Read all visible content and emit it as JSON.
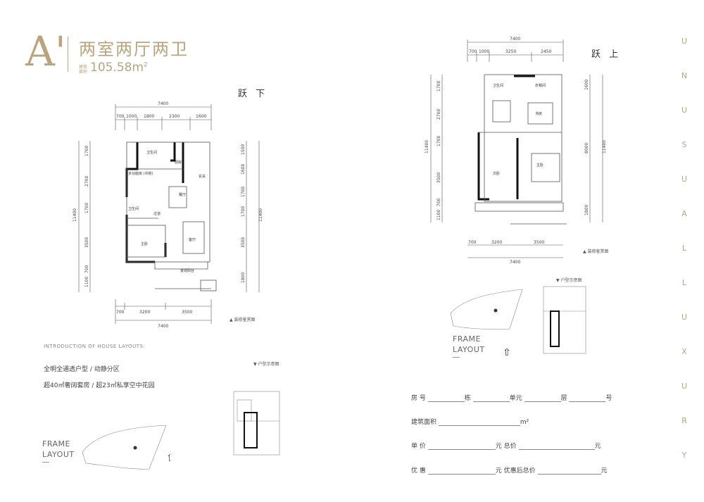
{
  "header": {
    "unit_letter": "A'",
    "layout_name": "两室两厅两卫",
    "area_label": "建筑面积",
    "area_value": "105.58m",
    "area_unit_sup": "2"
  },
  "lower_floor": {
    "label": "跃 下",
    "top_total": "7400",
    "top_dims": [
      "700",
      "1000",
      "1800",
      "2300",
      "1600"
    ],
    "bottom_dims": [
      "700",
      "3200",
      "3500"
    ],
    "bottom_total": "7400",
    "left_total": "11400",
    "left_dims": [
      "1700",
      "2700",
      "1700",
      "3500",
      "700",
      "1100"
    ],
    "right_total": "11400",
    "right_dims": [
      "1500",
      "1600",
      "1700",
      "1700",
      "3500",
      "1800"
    ],
    "rooms": [
      "卫生间",
      "厨房",
      "多功能房\n(书房)",
      "卫生间",
      "餐厅",
      "玄关",
      "主卧",
      "客厅",
      "景观阳台",
      "过道"
    ],
    "note": "▲ 装修鉴赏图"
  },
  "upper_floor": {
    "label": "跃 上",
    "top_total": "7400",
    "top_dims": [
      "700",
      "1000",
      "3250",
      "2450"
    ],
    "bottom_dims": [
      "700",
      "3200",
      "3500"
    ],
    "bottom_total": "7400",
    "left_total": "11400",
    "left_dims": [
      "1700",
      "2700",
      "1700",
      "3500",
      "700",
      "1100"
    ],
    "right_total": "11400",
    "right_dims": [
      "1600",
      "8000",
      "1800"
    ],
    "rooms": [
      "卫生间",
      "衣帽间",
      "次卧",
      "主卧",
      "书房"
    ],
    "note": "▲ 装修鉴赏图"
  },
  "intro": {
    "title": "INTRODUCTION OF HOUSE LAYOUTS:",
    "line1": "全明全通透户型 / 动静分区",
    "line2": "超40㎡奢阔套房 / 超23㎡私享空中花园"
  },
  "frame_left": {
    "line1": "FRAME",
    "line2": "LAYOUT",
    "note": "▼ 户型示意图"
  },
  "frame_right": {
    "line1": "FRAME",
    "line2": "LAYOUT",
    "note": "▼ 户型示意图"
  },
  "vertical_letters": [
    "U",
    "N",
    "U",
    "S",
    "U",
    "A",
    "L",
    "L",
    "U",
    "X",
    "U",
    "R",
    "Y"
  ],
  "form": {
    "room_no": "房      号",
    "building": "栋",
    "unit": "单元",
    "floor": "层",
    "number": "号",
    "area": "建筑面积",
    "area_unit": "m²",
    "unit_price": "单      价",
    "yuan1": "元",
    "total_price": "总价",
    "yuan2": "元",
    "discount": "优      惠",
    "yuan3": "元",
    "after_discount": "优惠后总价",
    "yuan4": "元"
  },
  "colors": {
    "accent": "#b9a47f",
    "wall": "#111111",
    "line": "#555555"
  }
}
